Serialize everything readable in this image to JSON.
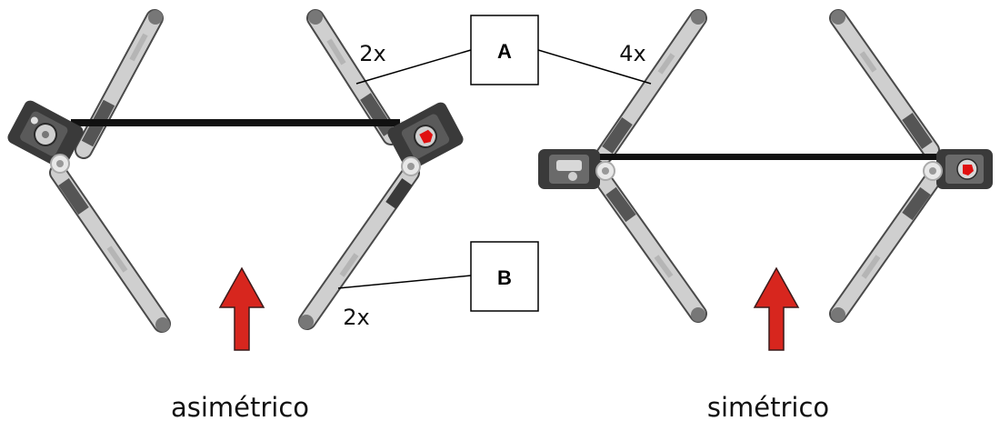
{
  "labels": {
    "box_a": "A",
    "box_b": "B",
    "count_a_left": "2x",
    "count_a_right": "4x",
    "count_b": "2x",
    "caption_left": "asimétrico",
    "caption_right": "simétrico"
  },
  "colors": {
    "arm_light": "#c9c9c9",
    "arm_dark": "#4a4a4a",
    "tip": "#777777",
    "bar": "#111111",
    "arrow": "#d7261e",
    "accent_red": "#e01010"
  }
}
